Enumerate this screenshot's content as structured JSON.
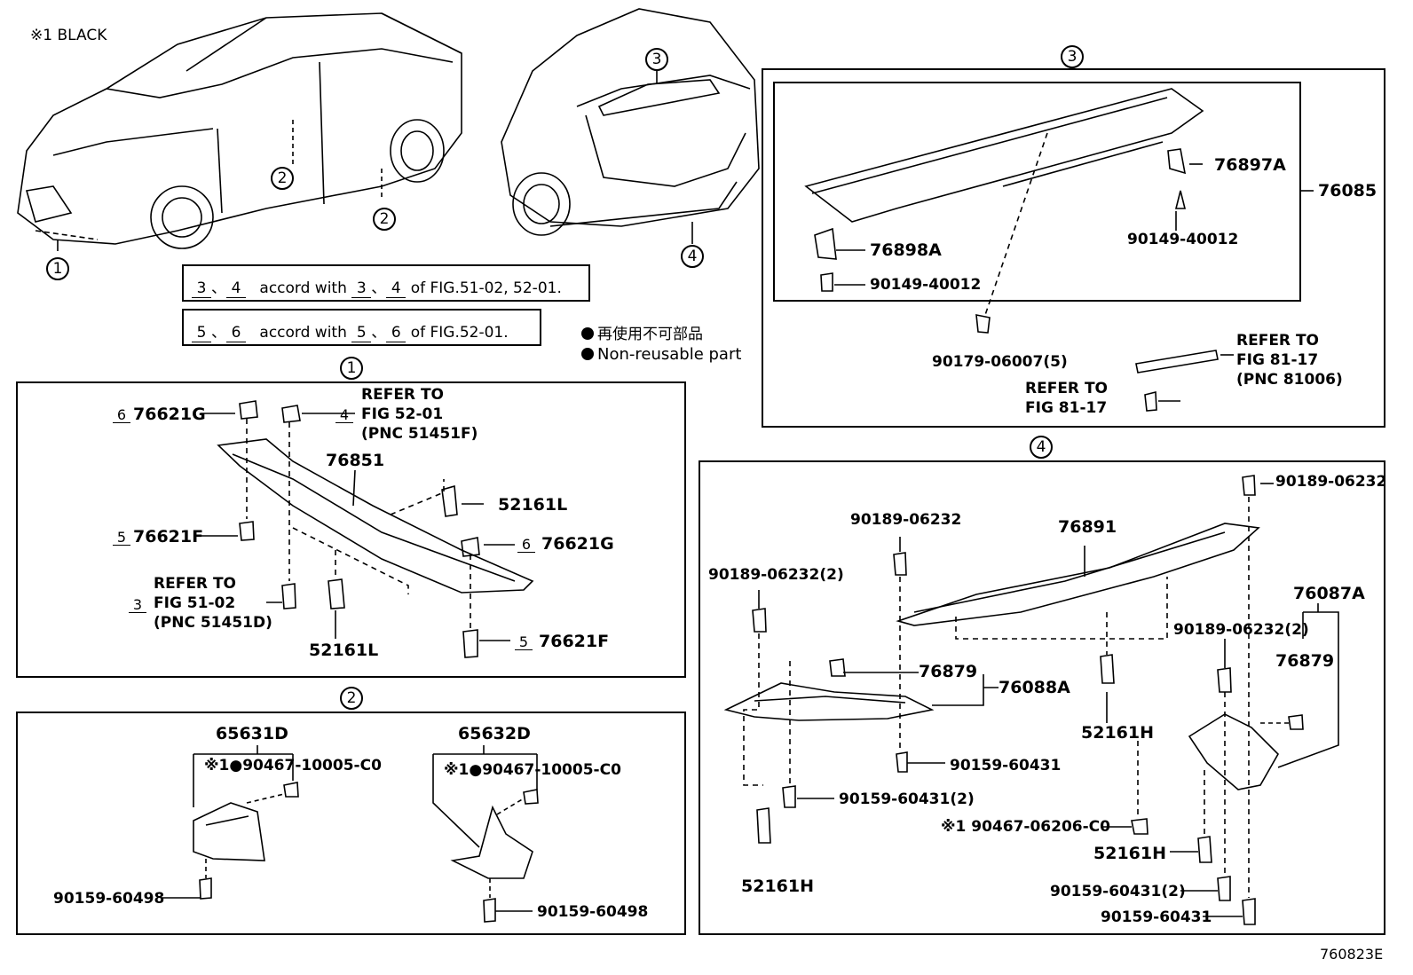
{
  "header": {
    "black_note": "※1 BLACK",
    "figure_id": "760823E"
  },
  "accord_notes": [
    {
      "nums": [
        "3",
        "4"
      ],
      "sep": "、",
      "text": "accord with",
      "nums2": [
        "3",
        "4"
      ],
      "tail": "of FIG.51-02, 52-01."
    },
    {
      "nums": [
        "5",
        "6"
      ],
      "sep": "、",
      "text": "accord with",
      "nums2": [
        "5",
        "6"
      ],
      "tail": "of FIG.52-01."
    }
  ],
  "legend": {
    "jp": "再使用不可部品",
    "en": "Non-reusable part"
  },
  "callouts": {
    "c1": "1",
    "c2": "2",
    "c3": "3",
    "c4": "4"
  },
  "section3": {
    "labels": {
      "p76897A": "76897A",
      "p76085": "76085",
      "p76898A": "76898A",
      "p90149a": "90149-40012",
      "p90149b": "90149-40012",
      "p90179": "90179-06007(5)",
      "ref1_line1": "REFER TO",
      "ref1_line2": "FIG 81-17",
      "ref1_line3": "(PNC 81006)",
      "ref2_line1": "REFER TO",
      "ref2_line2": "FIG 81-17"
    }
  },
  "section1": {
    "labels": {
      "g1": "76621G",
      "g1_tri": "6",
      "ref_line1": "REFER TO",
      "ref_line2": "FIG 52-01",
      "ref_line3": "(PNC 51451F)",
      "ref_tri": "4",
      "p76851": "76851",
      "p52161L_a": "52161L",
      "f1": "76621F",
      "f1_tri": "5",
      "g2": "76621G",
      "g2_tri": "6",
      "ref2_line1": "REFER TO",
      "ref2_line2": "FIG 51-02",
      "ref2_line3": "(PNC 51451D)",
      "ref2_tri": "3",
      "p52161L_b": "52161L",
      "f2": "76621F",
      "f2_tri": "5"
    }
  },
  "section2": {
    "labels": {
      "p65631D": "65631D",
      "p65632D": "65632D",
      "bolt1": "※1●90467-10005-C0",
      "bolt2": "※1●90467-10005-C0",
      "s1": "90159-60498",
      "s2": "90159-60498"
    }
  },
  "section4": {
    "labels": {
      "a": "90189-06232",
      "b": "90189-06232",
      "c": "90189-06232(2)",
      "d": "90189-06232(2)",
      "p76891": "76891",
      "p76087A": "76087A",
      "p76879a": "76879",
      "p76879b": "76879",
      "p76088A": "76088A",
      "p52161H_a": "52161H",
      "p52161H_b": "52161H",
      "p52161H_c": "52161H",
      "e": "90159-60431",
      "f": "90159-60431(2)",
      "g": "※1 90467-06206-C0",
      "h": "90159-60431(2)",
      "i": "90159-60431"
    }
  }
}
